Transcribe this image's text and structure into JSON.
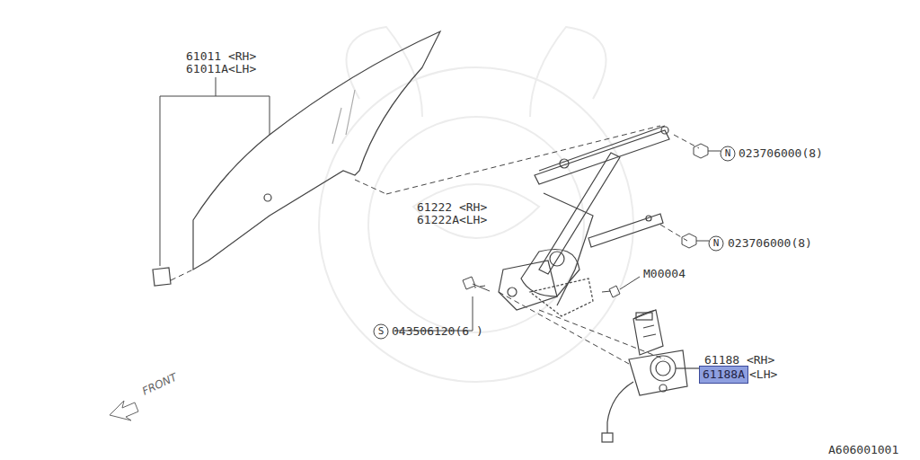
{
  "diagram": {
    "nodes": [
      {
        "text": [
          "61188A"
        ]
      }
    ],
    "labels": [
      "61011 <RH>",
      "61011A<LH>",
      "N",
      "023706000(8)",
      "61222 <RH>",
      "61222A<LH>",
      "N",
      "023706000(8)",
      "M00004",
      "S",
      "043506120(6 )",
      "61188 <RH>",
      "<LH>",
      "FRONT",
      "A606001001"
    ]
  }
}
